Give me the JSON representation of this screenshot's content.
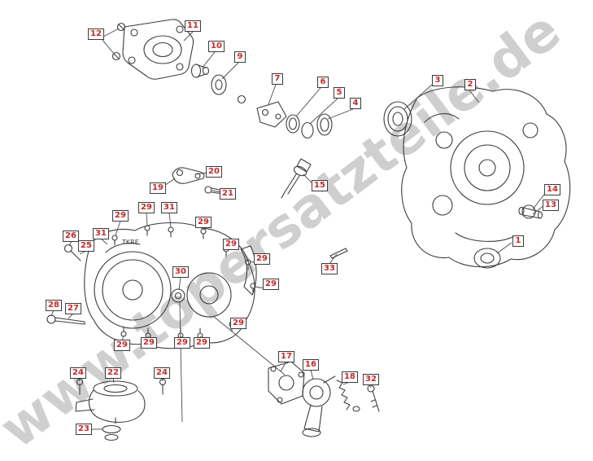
{
  "watermark": {
    "text": "www.topersatzteile.de",
    "color": "#c7c7c7"
  },
  "diagram": {
    "emblem": "TKRE",
    "accent_color": "#c42a2a",
    "line_color": "#3c3c3c",
    "callouts": [
      {
        "label": "12"
      },
      {
        "label": "11"
      },
      {
        "label": "10"
      },
      {
        "label": "9"
      },
      {
        "label": "7"
      },
      {
        "label": "6"
      },
      {
        "label": "5"
      },
      {
        "label": "4"
      },
      {
        "label": "3"
      },
      {
        "label": "2"
      },
      {
        "label": "20"
      },
      {
        "label": "19"
      },
      {
        "label": "21"
      },
      {
        "label": "15"
      },
      {
        "label": "14"
      },
      {
        "label": "13"
      },
      {
        "label": "29"
      },
      {
        "label": "31"
      },
      {
        "label": "29"
      },
      {
        "label": "29"
      },
      {
        "label": "31"
      },
      {
        "label": "26"
      },
      {
        "label": "25"
      },
      {
        "label": "29"
      },
      {
        "label": "29"
      },
      {
        "label": "1"
      },
      {
        "label": "33"
      },
      {
        "label": "30"
      },
      {
        "label": "29"
      },
      {
        "label": "28"
      },
      {
        "label": "27"
      },
      {
        "label": "29"
      },
      {
        "label": "29"
      },
      {
        "label": "29"
      },
      {
        "label": "29"
      },
      {
        "label": "29"
      },
      {
        "label": "17"
      },
      {
        "label": "16"
      },
      {
        "label": "24"
      },
      {
        "label": "22"
      },
      {
        "label": "24"
      },
      {
        "label": "18"
      },
      {
        "label": "32"
      },
      {
        "label": "23"
      }
    ]
  }
}
